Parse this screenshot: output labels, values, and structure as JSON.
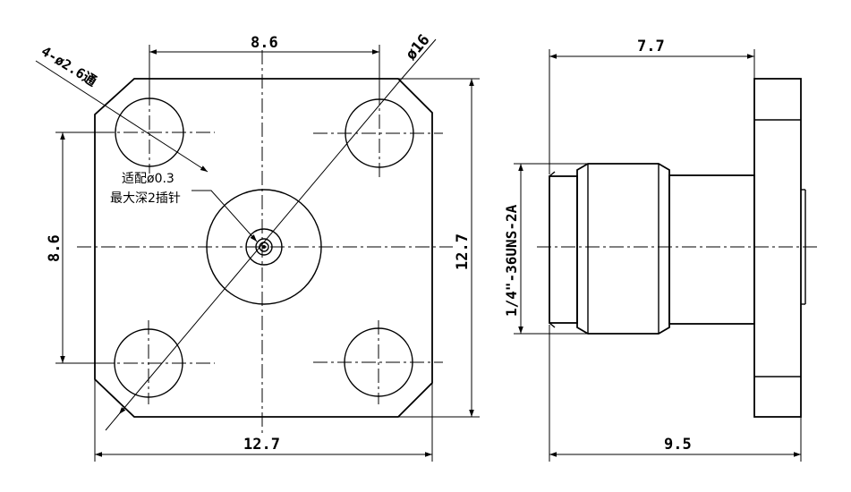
{
  "dimensions": {
    "front_top_hole_spacing": "8.6",
    "front_left_hole_spacing": "8.6",
    "front_bottom_width": "12.7",
    "front_right_height": "12.7",
    "holes_label": "4-ø2.6通",
    "flange_diameter": "ø16",
    "side_body_length": "7.7",
    "side_total_length": "9.5",
    "thread_spec": "1/4\"-36UNS-2A"
  },
  "note": {
    "line1": "适配ø0.3",
    "line2": "最大深2插针"
  }
}
